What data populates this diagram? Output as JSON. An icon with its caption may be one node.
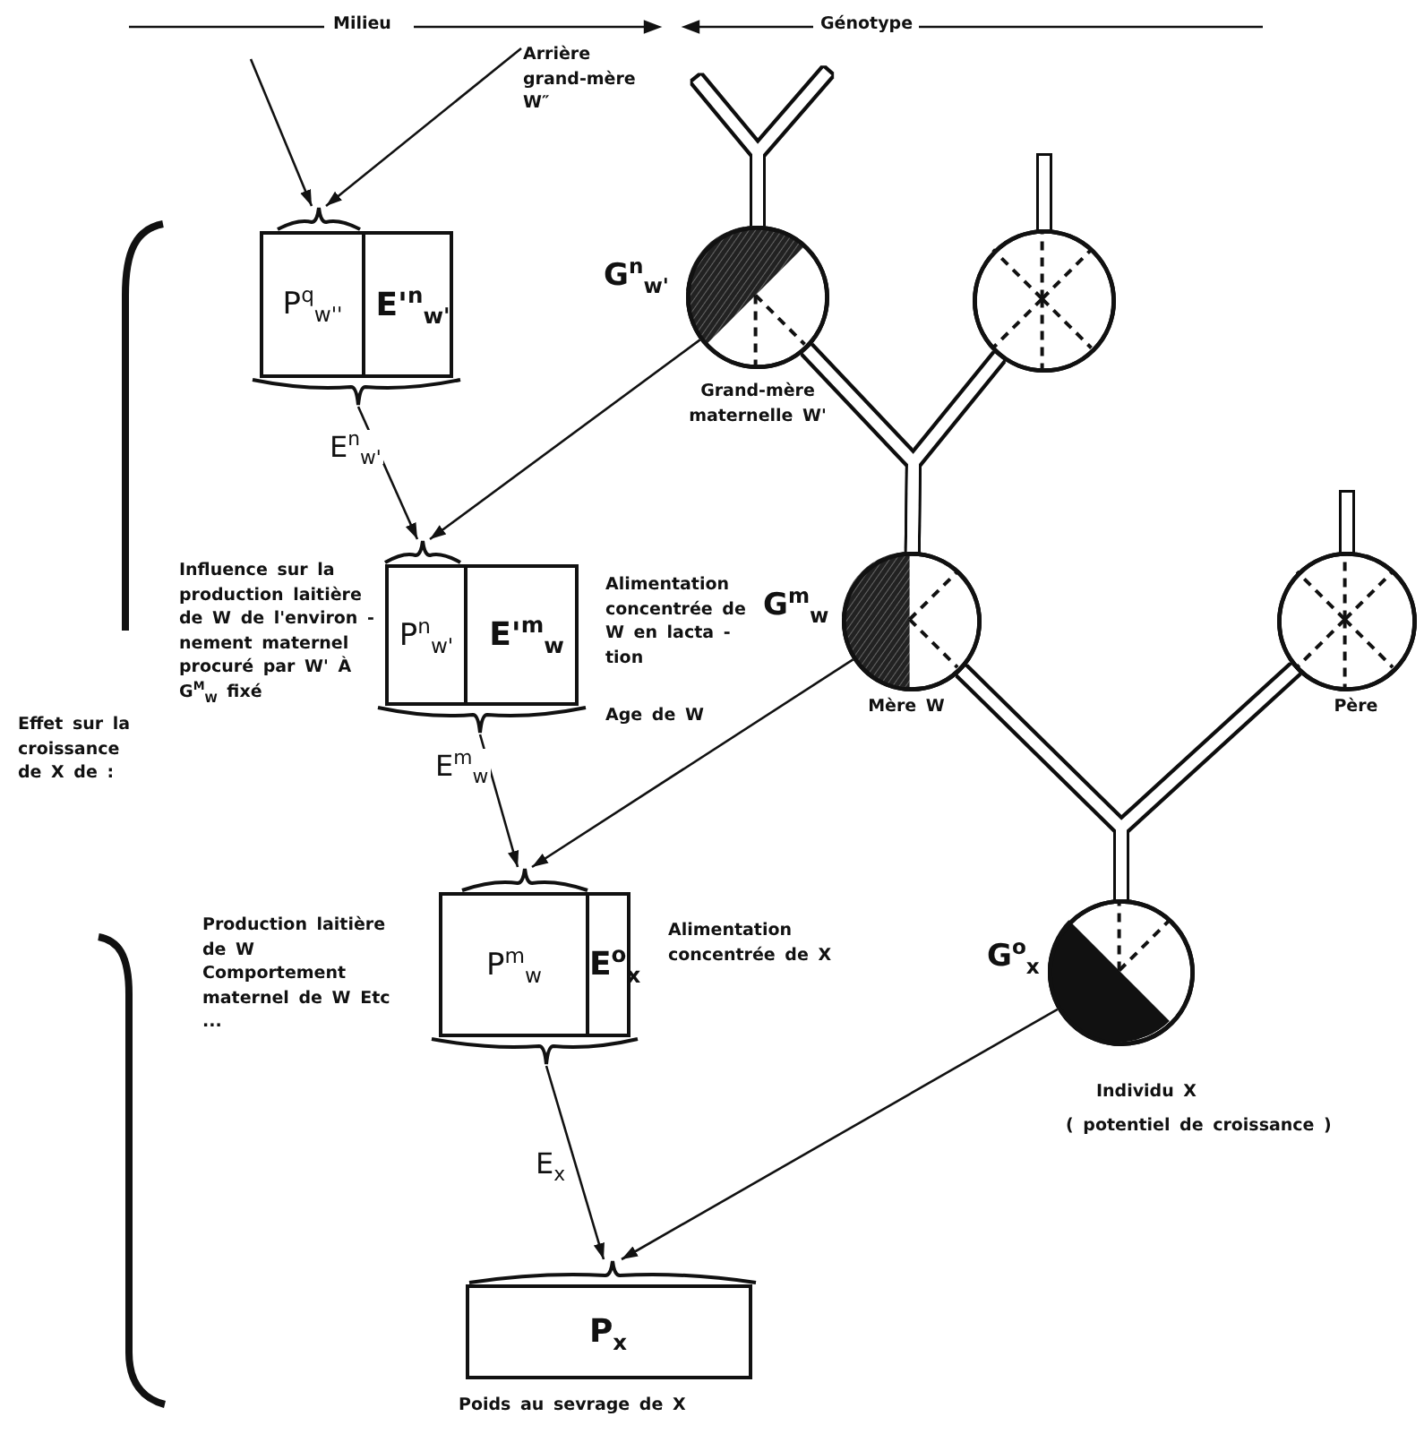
{
  "diagram": {
    "nodes": [
      {
        "text": [
          "Arrière grand-mère W″"
        ]
      },
      {
        "text": [
          "P$^{q}$$_{w''}$",
          "E'$^{n}$$_{w'}$"
        ]
      },
      {
        "text": [
          "G$^{n}$$_{w'}$",
          "Grand-mère maternelle W'"
        ]
      },
      {
        "text": [],
        "shape": "circle"
      },
      {
        "text": [
          "P$^{n}$$_{w'}$",
          "E'$^{m}$$_{w}$"
        ],
        "beside": [
          "Influence sur la production laitière de W de l'environ -nement maternel procuré par W' À G$^{M}$$_{W}$ fixé",
          "Alimentation concentrée de W en lacta - tion",
          "Age de W"
        ]
      },
      {
        "text": [
          "G$^{m}$$_{w}$",
          "Mère W"
        ]
      },
      {
        "text": [
          "Père"
        ]
      },
      {
        "text": [
          "P$^{m}$$_{w}$",
          "E$^{o}$$_{x}$"
        ],
        "beside": [
          "Production laitière de W Comportement maternel de W Etc ...",
          "Alimentation concentrée de X"
        ]
      },
      {
        "text": [
          "G$^{o}$$_{x}$",
          "Individu X",
          "( potentiel de croissance )"
        ]
      },
      {
        "text": [
          "P$_{x}$"
        ],
        "beside": [
          "Poids au sevrage de X"
        ]
      }
    ],
    "edges": [
      {
        "from": null,
        "to": 1,
        "arrow": "to"
      },
      {
        "from": 0,
        "to": 1,
        "arrow": "to"
      },
      {
        "from": 1,
        "to": 4,
        "arrow": "to",
        "label": "E$^{n}$$_{w'}$"
      },
      {
        "from": 2,
        "to": 4,
        "arrow": "to"
      },
      {
        "from": 2,
        "to": 5,
        "arrow": "none",
        "style": "thick"
      },
      {
        "from": 3,
        "to": 5,
        "arrow": "none",
        "style": "thick"
      },
      {
        "from": 4,
        "to": 7,
        "arrow": "to",
        "label": "E$^{m}$$_{w}$"
      },
      {
        "from": 5,
        "to": 7,
        "arrow": "to"
      },
      {
        "from": 5,
        "to": 8,
        "arrow": "none",
        "style": "thick"
      },
      {
        "from": 6,
        "to": 8,
        "arrow": "none",
        "style": "thick"
      },
      {
        "from": 7,
        "to": 9,
        "arrow": "to",
        "label": "E$_{x}$"
      },
      {
        "from": 8,
        "to": 9,
        "arrow": "to"
      },
      {
        "from": null,
        "to": 2,
        "arrow": "none",
        "style": "thick"
      },
      {
        "from": null,
        "to": 2,
        "arrow": "none",
        "style": "thick"
      },
      {
        "from": null,
        "to": 3,
        "arrow": "none",
        "style": "thick"
      },
      {
        "from": null,
        "to": 6,
        "arrow": "none",
        "style": "thick"
      }
    ],
    "labels": [
      "Milieu",
      "Génotype",
      "Effet sur la croissance de X de :"
    ]
  }
}
